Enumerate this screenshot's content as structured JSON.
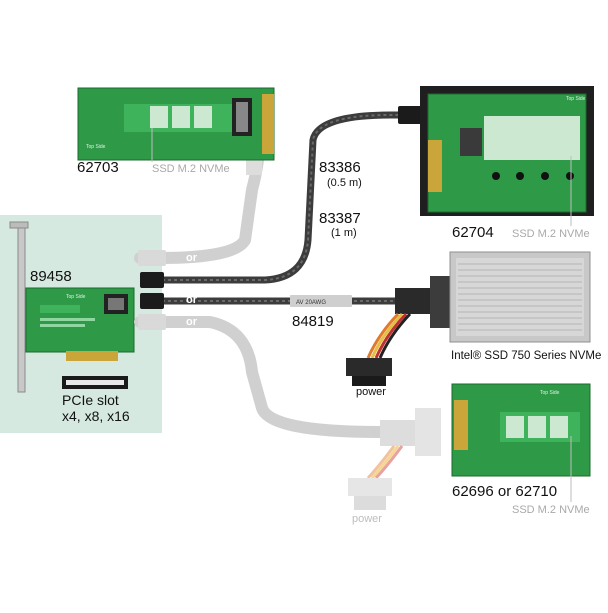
{
  "products": {
    "m2_adapter_top": {
      "part": "62703",
      "desc": "SSD M.2 NVMe"
    },
    "m2_bay_right": {
      "part": "62704",
      "desc": "SSD M.2 NVMe"
    },
    "pcie_card": {
      "part": "89458",
      "slot_line1": "PCIe slot",
      "slot_line2": "x4, x8, x16"
    },
    "intel_ssd": {
      "label": "Intel® SSD 750 Series NVMe"
    },
    "m2_adapter_bottom": {
      "part": "62696 or 62710",
      "desc": "SSD M.2 NVMe"
    }
  },
  "cables": {
    "c83386": {
      "part": "83386",
      "length": "(0.5 m)"
    },
    "c83387": {
      "part": "83387",
      "length": "(1 m)"
    },
    "c84819": {
      "part": "84819"
    }
  },
  "connector_labels": {
    "or_1": "or",
    "or_2": "or",
    "or_3": "or"
  },
  "power": {
    "label_main": "power",
    "label_faded": "power"
  },
  "board_text": {
    "top_side": "Top Side",
    "cable_print": "AV 20AWG"
  },
  "colors": {
    "panel": "#d5e9e0",
    "pcb": "#2e9a48",
    "cable": "#444444",
    "faded_cable": "#d0d0d0"
  }
}
